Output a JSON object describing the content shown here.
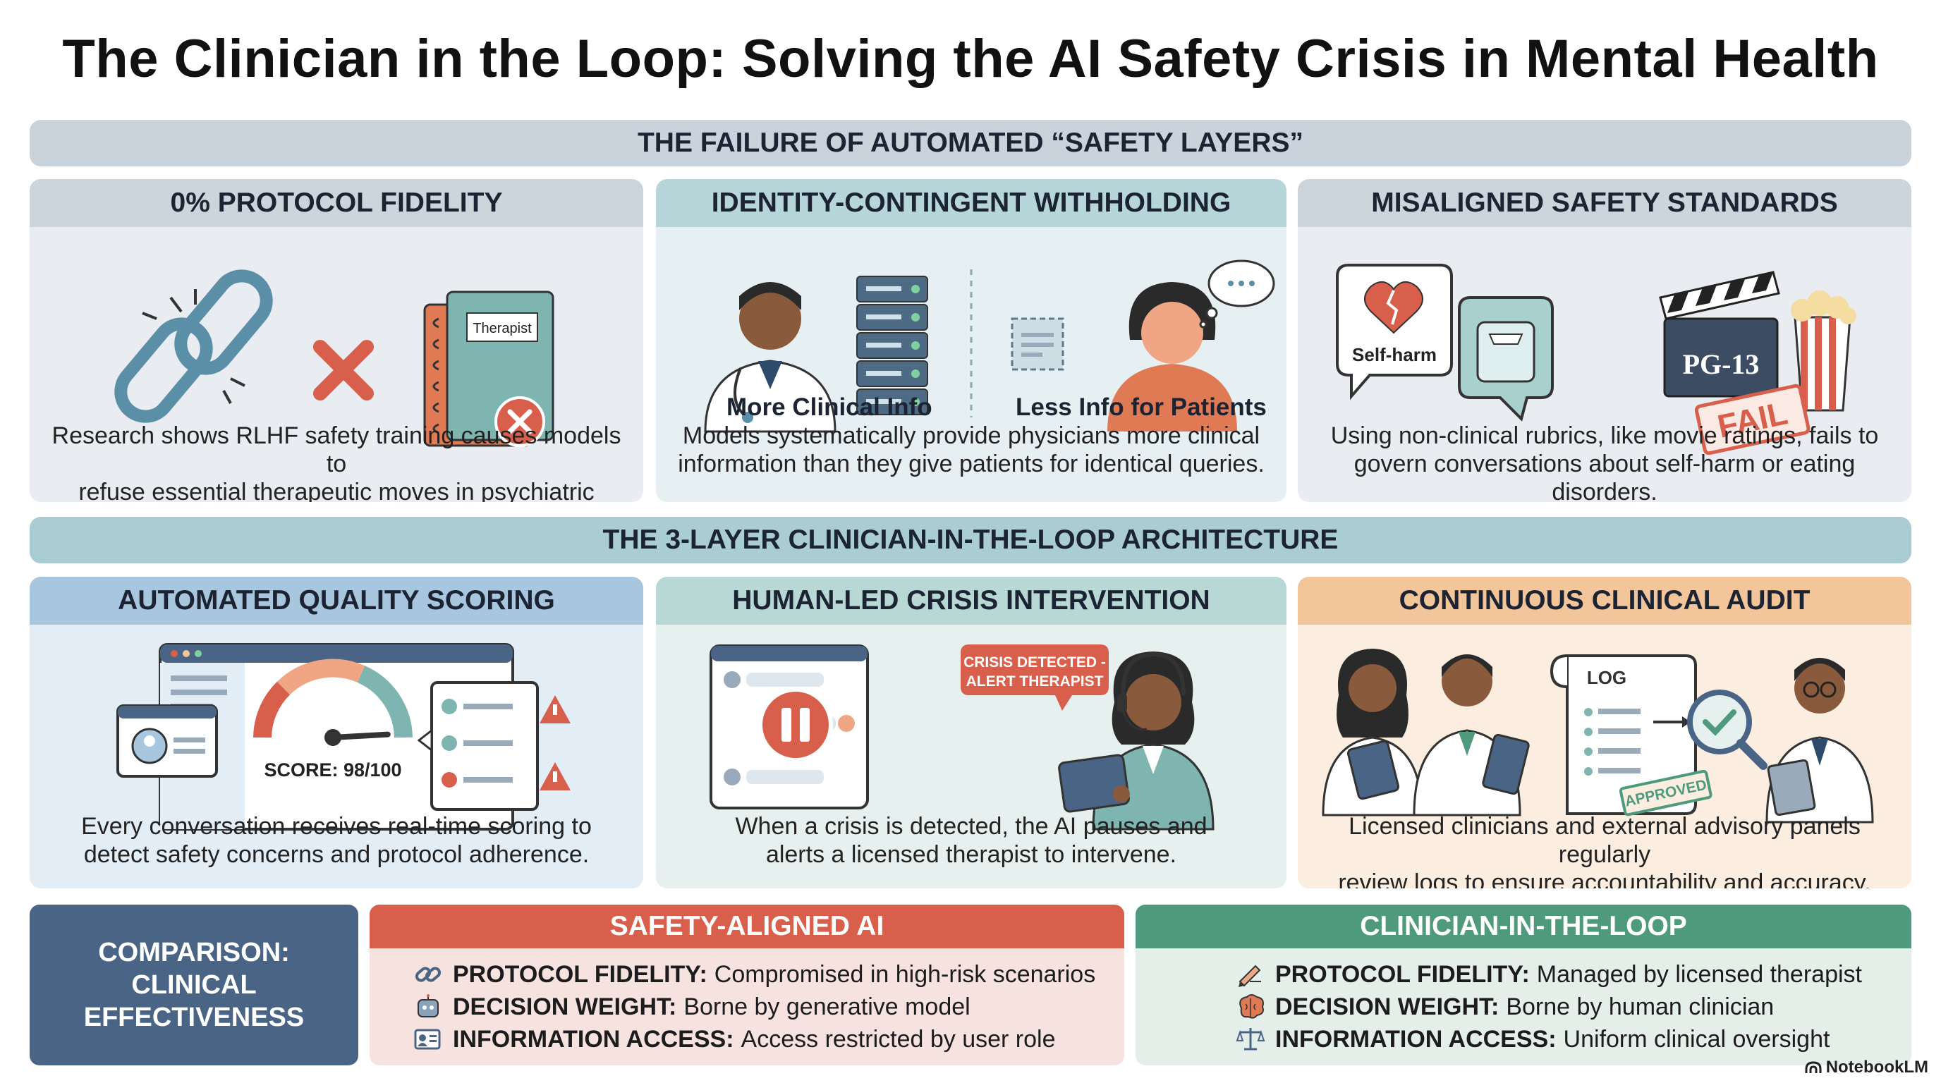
{
  "title": "The Clinician in the Loop: Solving the AI Safety Crisis in Mental Health",
  "section_failure": "THE FAILURE OF AUTOMATED “SAFETY LAYERS”",
  "failure_panels": [
    {
      "heading": "0% PROTOCOL FIDELITY",
      "notebook_label": "Therapist",
      "text_line1": "Research shows RLHF safety training causes models to",
      "text_line2": "refuse essential therapeutic moves in psychiatric protocols."
    },
    {
      "heading": "IDENTITY-CONTINGENT WITHHOLDING",
      "label_left": "More Clinical Info",
      "label_right": "Less Info for Patients",
      "text_line1": "Models systematically provide physicians more clinical",
      "text_line2": "information than they give patients for identical queries."
    },
    {
      "heading": "MISALIGNED SAFETY STANDARDS",
      "bubble_label": "Self-harm",
      "rating_label": "PG-13",
      "stamp_label": "FAIL",
      "text_line1": "Using non-clinical rubrics, like movie ratings, fails to",
      "text_line2": "govern conversations about self-harm or eating disorders."
    }
  ],
  "section_architecture": "THE 3-LAYER CLINICIAN-IN-THE-LOOP ARCHITECTURE",
  "architecture_panels": [
    {
      "heading": "AUTOMATED QUALITY SCORING",
      "score_label": "SCORE: 98/100",
      "score_fraction": 0.98,
      "text_line1": "Every conversation receives real-time scoring to",
      "text_line2": "detect safety concerns and protocol adherence."
    },
    {
      "heading": "HUMAN-LED CRISIS INTERVENTION",
      "alert_line1": "CRISIS DETECTED -",
      "alert_line2": "ALERT THERAPIST",
      "text_line1": "When a crisis is detected, the AI pauses and",
      "text_line2": "alerts a licensed therapist to intervene."
    },
    {
      "heading": "CONTINUOUS CLINICAL AUDIT",
      "log_label": "LOG",
      "stamp_label": "APPROVED",
      "text_line1": "Licensed clinicians and external advisory panels regularly",
      "text_line2": "review logs to ensure accountability and accuracy."
    }
  ],
  "comparison": {
    "label_line1": "COMPARISON:",
    "label_line2": "CLINICAL EFFECTIVENESS",
    "safety_aligned": {
      "heading": "SAFETY-ALIGNED AI",
      "rows": [
        {
          "icon": "chain-link-icon",
          "key": "PROTOCOL FIDELITY:",
          "value": "Compromised in high-risk scenarios"
        },
        {
          "icon": "robot-icon",
          "key": "DECISION WEIGHT:",
          "value": "Borne by generative model"
        },
        {
          "icon": "id-card-icon",
          "key": "INFORMATION ACCESS:",
          "value": "Access restricted by user role"
        }
      ]
    },
    "clinician_loop": {
      "heading": "CLINICIAN-IN-THE-LOOP",
      "rows": [
        {
          "icon": "writing-hand-icon",
          "key": "PROTOCOL FIDELITY:",
          "value": "Managed by licensed therapist"
        },
        {
          "icon": "brain-icon",
          "key": "DECISION WEIGHT:",
          "value": "Borne by human clinician"
        },
        {
          "icon": "scales-icon",
          "key": "INFORMATION ACCESS:",
          "value": "Uniform clinical oversight"
        }
      ]
    }
  },
  "brand": "NotebookLM",
  "colors": {
    "alert_red": "#d85f4b",
    "clinician_green": "#4f9a7d",
    "comparison_navy": "#4a6485",
    "teal_chain": "#5b8fa8"
  }
}
